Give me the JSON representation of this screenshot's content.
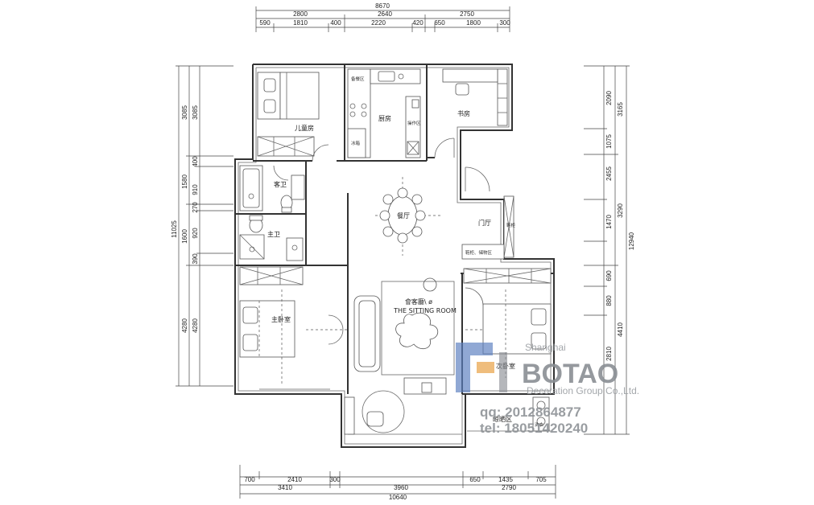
{
  "dims_top": {
    "total": "8670",
    "seg": [
      "2800",
      "2640",
      "2750"
    ],
    "sub": [
      "590",
      "1810",
      "400",
      "2220",
      "420",
      "650",
      "1800",
      "300"
    ]
  },
  "dims_bottom": {
    "total": "10640",
    "seg": [
      "3410",
      "3960",
      "2790"
    ],
    "sub": [
      "700",
      "2410",
      "300",
      "650",
      "1435",
      "705"
    ]
  },
  "dims_left": {
    "total": "11025",
    "outer": [
      "3085",
      "1580",
      "1600",
      "4280"
    ],
    "inner": [
      "3085",
      "400",
      "910",
      "270",
      "920",
      "390",
      "4280"
    ]
  },
  "dims_right": {
    "total": "12940",
    "outer": [
      "3165",
      "3290",
      "4410"
    ],
    "inner": [
      "2090",
      "1075",
      "2455",
      "1470",
      "690",
      "880",
      "2810"
    ]
  },
  "rooms": {
    "kids": "儿童房",
    "kitchen": "厨房",
    "study": "书房",
    "guest_bath": "客卫",
    "dining": "餐厅",
    "foyer": "门厅",
    "master_bath": "主卫",
    "living_cn": "會客廳\\  ø",
    "living_en": "THE SITTING ROOM",
    "master_bed": "主卧室",
    "second_bed": "次卧室",
    "laundry": "晾晒区"
  },
  "labels": {
    "pantry": "备餐区",
    "worktop": "操作区",
    "fridge": "冰箱",
    "shoe": "鞋柜",
    "storage": "鞋柜、储物区",
    "washer": "洗衣"
  },
  "watermark": {
    "city": "Shanghai",
    "brand": "BOTAO",
    "sub": "Decoration Group Co.,Ltd.",
    "qq": "qq: 2012864877",
    "tel": "tel: 18051420240"
  },
  "colors": {
    "wall": "#333333",
    "logo_blue": "#5b7fc0",
    "logo_orange": "#e8a24a",
    "logo_gray": "#8a8f94"
  }
}
